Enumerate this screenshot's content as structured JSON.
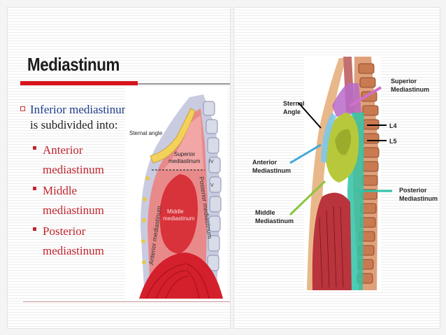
{
  "left_slide": {
    "title": "Mediastinum",
    "intro_prefix": "Inferior mediastinum:",
    "intro_suffix": "is subdivided into:",
    "items": [
      {
        "line1": "Anterior",
        "line2": "mediastinum"
      },
      {
        "line1": "Middle",
        "line2": "mediastinum"
      },
      {
        "line1": "Posterior",
        "line2": "mediastinum"
      }
    ],
    "diagram_labels": {
      "sternal_angle": "Sternal angle",
      "superior_line1": "Superior",
      "superior_line2": "mediastinum",
      "middle_line1": "Middle",
      "middle_line2": "mediastinum",
      "anterior": "Anterior mediastinum",
      "posterior": "Posterior mediastinum",
      "vert_iv": "IV",
      "vert_v": "V"
    }
  },
  "right_slide": {
    "labels": {
      "sternal_line1": "Sternal",
      "sternal_line2": "Angle",
      "superior_line1": "Superior",
      "superior_line2": "Mediastinum",
      "l4": "L4",
      "l5": "L5",
      "anterior_line1": "Anterior",
      "anterior_line2": "Mediastinum",
      "posterior_line1": "Posterior",
      "posterior_line2": "Mediastinum",
      "middle_line1": "Middle",
      "middle_line2": "Mediastinum"
    }
  },
  "colors": {
    "accent_red": "#d7141a",
    "bullet_red": "#c0262e",
    "intro_blue": "#1f3f8c",
    "superior_purple": "#c070c8",
    "anterior_blue": "#3fa9d8",
    "middle_green": "#8cc63f",
    "posterior_teal": "#2ec4a8"
  }
}
